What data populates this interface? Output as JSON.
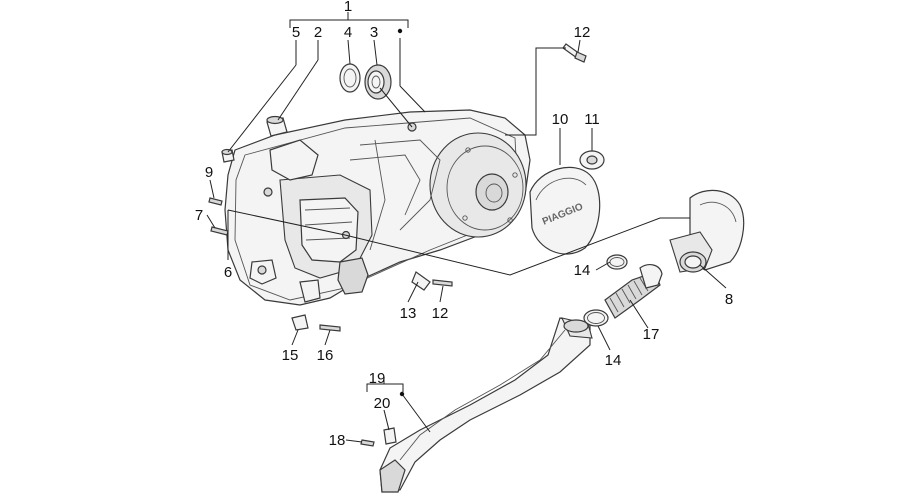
{
  "callouts": {
    "c1": "1",
    "c2": "2",
    "c3": "3",
    "c4": "4",
    "c5": "5",
    "c6": "6",
    "c7": "7",
    "c8": "8",
    "c9": "9",
    "c10": "10",
    "c11": "11",
    "c12a": "12",
    "c12b": "12",
    "c13": "13",
    "c14a": "14",
    "c14b": "14",
    "c15": "15",
    "c16": "16",
    "c17": "17",
    "c18": "18",
    "c19": "19",
    "c20": "20"
  },
  "logo_text": "PIAGGIO",
  "colors": {
    "line": "#3a3a3a",
    "fill": "#f4f4f4",
    "shade": "#d9d9d9"
  }
}
